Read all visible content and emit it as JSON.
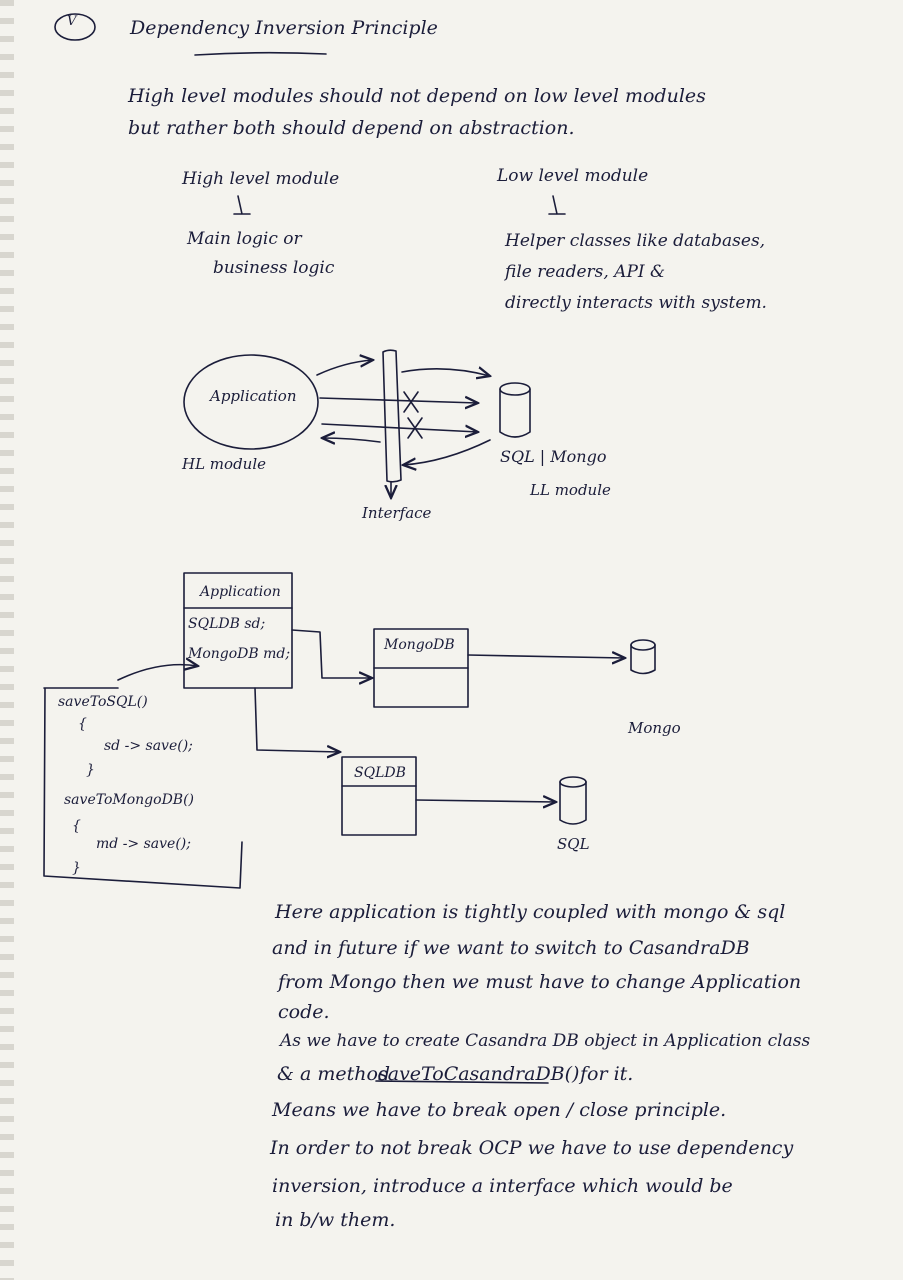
{
  "heading": {
    "number": "V",
    "title": "Dependency Inversion Principle"
  },
  "definition": {
    "line1": "High level modules should not depend on low level modules",
    "line2": "but rather both should depend on abstraction."
  },
  "high_level": {
    "label": "High level module",
    "desc_line1": "Main logic or",
    "desc_line2": "business logic"
  },
  "low_level": {
    "label": "Low level module",
    "desc_line1": "Helper classes like databases,",
    "desc_line2": "file readers, API &",
    "desc_line3": "directly interacts with system."
  },
  "diagram1": {
    "app_label": "Application",
    "hl_label": "HL module",
    "db_label": "SQL | Mongo",
    "ll_label": "LL module",
    "interface_label": "Interface"
  },
  "diagram2": {
    "app_class": "Application",
    "field1": "SQLDB sd;",
    "field2": "MongoDB md;",
    "mongo_class": "MongoDB",
    "sql_class": "SQLDB",
    "mongo_label": "Mongo",
    "sql_label": "SQL",
    "code": {
      "m1": "saveToSQL()",
      "open1": "{",
      "body1": "sd -> save();",
      "close1": "}",
      "m2": "saveToMongoDB()",
      "open2": "{",
      "body2": "md -> save();",
      "close2": "}"
    }
  },
  "notes": {
    "l1": "Here application is tightly coupled with mongo & sql",
    "l2": "and in future if we want to switch to CasandraDB",
    "l3": "from Mongo then we must have to change Application",
    "l4": "code.",
    "l5": "As we have to create Casandra DB object in Application class",
    "l6a": "& a method",
    "l6b": "saveToCasandraDB()",
    "l6c": "for it.",
    "l7": "Means we have to break open / close principle.",
    "l8": "In order to not break OCP we have to use dependency",
    "l9": "inversion, introduce a interface which would be",
    "l10": "in b/w them."
  }
}
